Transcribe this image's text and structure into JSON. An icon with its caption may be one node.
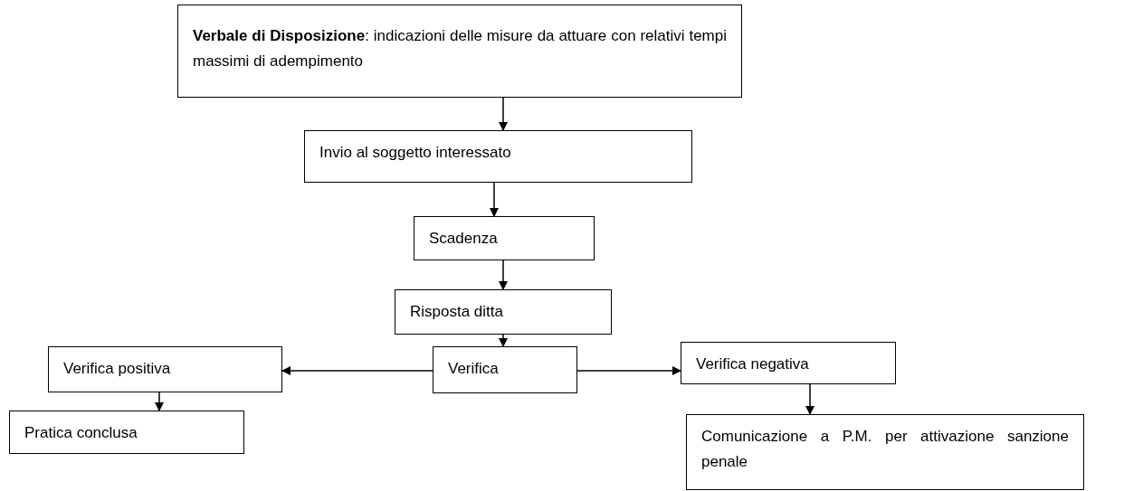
{
  "diagram": {
    "nodes": [
      {
        "text": [
          "**Verbale di Disposizione**: indicazioni delle misure da attuare con relativi tempi massimi di adempimento"
        ]
      },
      {
        "text": [
          "Invio al soggetto interessato"
        ]
      },
      {
        "text": [
          "Scadenza"
        ]
      },
      {
        "text": [
          "Risposta ditta"
        ]
      },
      {
        "text": [
          "Verifica"
        ]
      },
      {
        "text": [
          "Verifica positiva"
        ]
      },
      {
        "text": [
          "Verifica negativa"
        ]
      },
      {
        "text": [
          "Pratica conclusa"
        ]
      },
      {
        "text": [
          "Comunicazione a P.M. per attivazione sanzione penale"
        ]
      }
    ],
    "edges": [
      {
        "from": 0,
        "to": 1,
        "arrow": "to"
      },
      {
        "from": 1,
        "to": 2,
        "arrow": "to"
      },
      {
        "from": 2,
        "to": 3,
        "arrow": "to"
      },
      {
        "from": 3,
        "to": 4,
        "arrow": "to"
      },
      {
        "from": 4,
        "to": 5,
        "arrow": "to"
      },
      {
        "from": 4,
        "to": 6,
        "arrow": "to"
      },
      {
        "from": 5,
        "to": 7,
        "arrow": "to"
      },
      {
        "from": 6,
        "to": 8,
        "arrow": "to"
      }
    ]
  }
}
